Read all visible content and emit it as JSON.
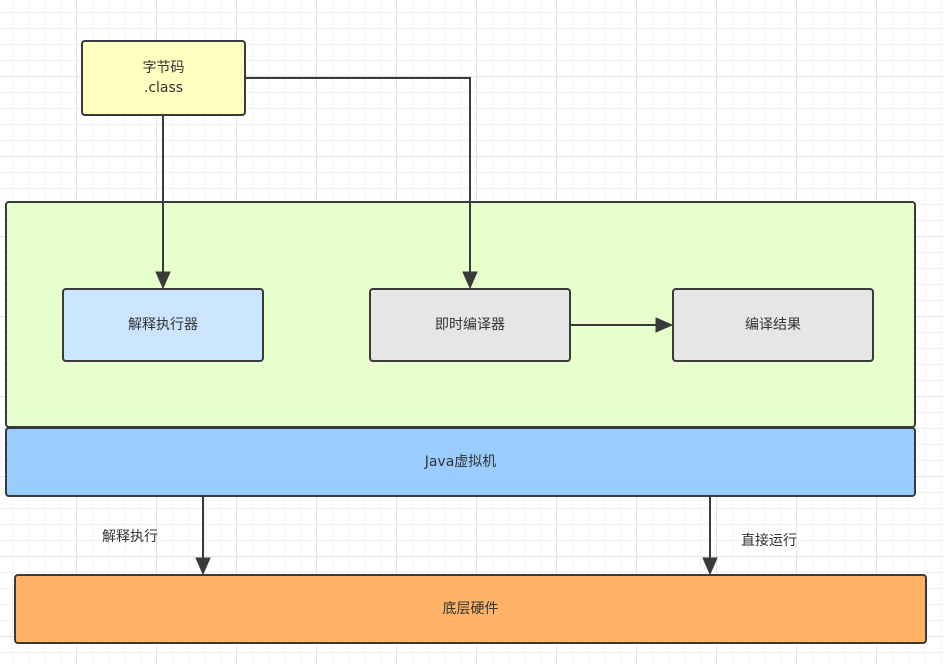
{
  "nodes": {
    "bytecode": {
      "line1": "字节码",
      "line2": ".class",
      "fill": "#ffffc0"
    },
    "jvm_area": {
      "fill": "#e6ffcc"
    },
    "interpreter": {
      "label": "解释执行器",
      "fill": "#cce5ff"
    },
    "jit": {
      "label": "即时编译器",
      "fill": "#e6e6e6"
    },
    "compile_result": {
      "label": "编译结果",
      "fill": "#e6e6e6"
    },
    "jvm": {
      "label": "Java虚拟机",
      "fill": "#99ccff"
    },
    "hardware": {
      "label": "底层硬件",
      "fill": "#ffb366"
    }
  },
  "edges": {
    "interpret_label": "解释执行",
    "direct_run_label": "直接运行"
  },
  "colors": {
    "stroke": "#3a3a3a"
  }
}
